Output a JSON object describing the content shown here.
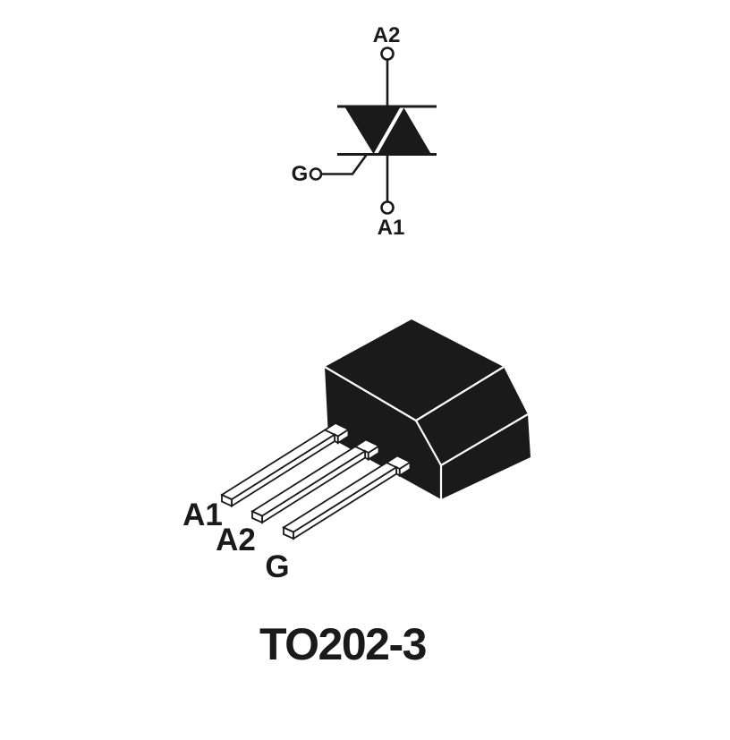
{
  "diagram": {
    "caption": "TO202-3",
    "symbol": {
      "type": "triac",
      "terminals": {
        "top": {
          "label": "A2"
        },
        "bottom": {
          "label": "A1"
        },
        "gate": {
          "label": "G"
        }
      }
    },
    "package": {
      "name": "TO202-3",
      "view": "isometric-3d",
      "pins": [
        {
          "label": "A1"
        },
        {
          "label": "A2"
        },
        {
          "label": "G"
        }
      ]
    },
    "colors": {
      "ink": "#1a1a1a",
      "lead": "#ffffff",
      "background": "#ffffff"
    }
  }
}
